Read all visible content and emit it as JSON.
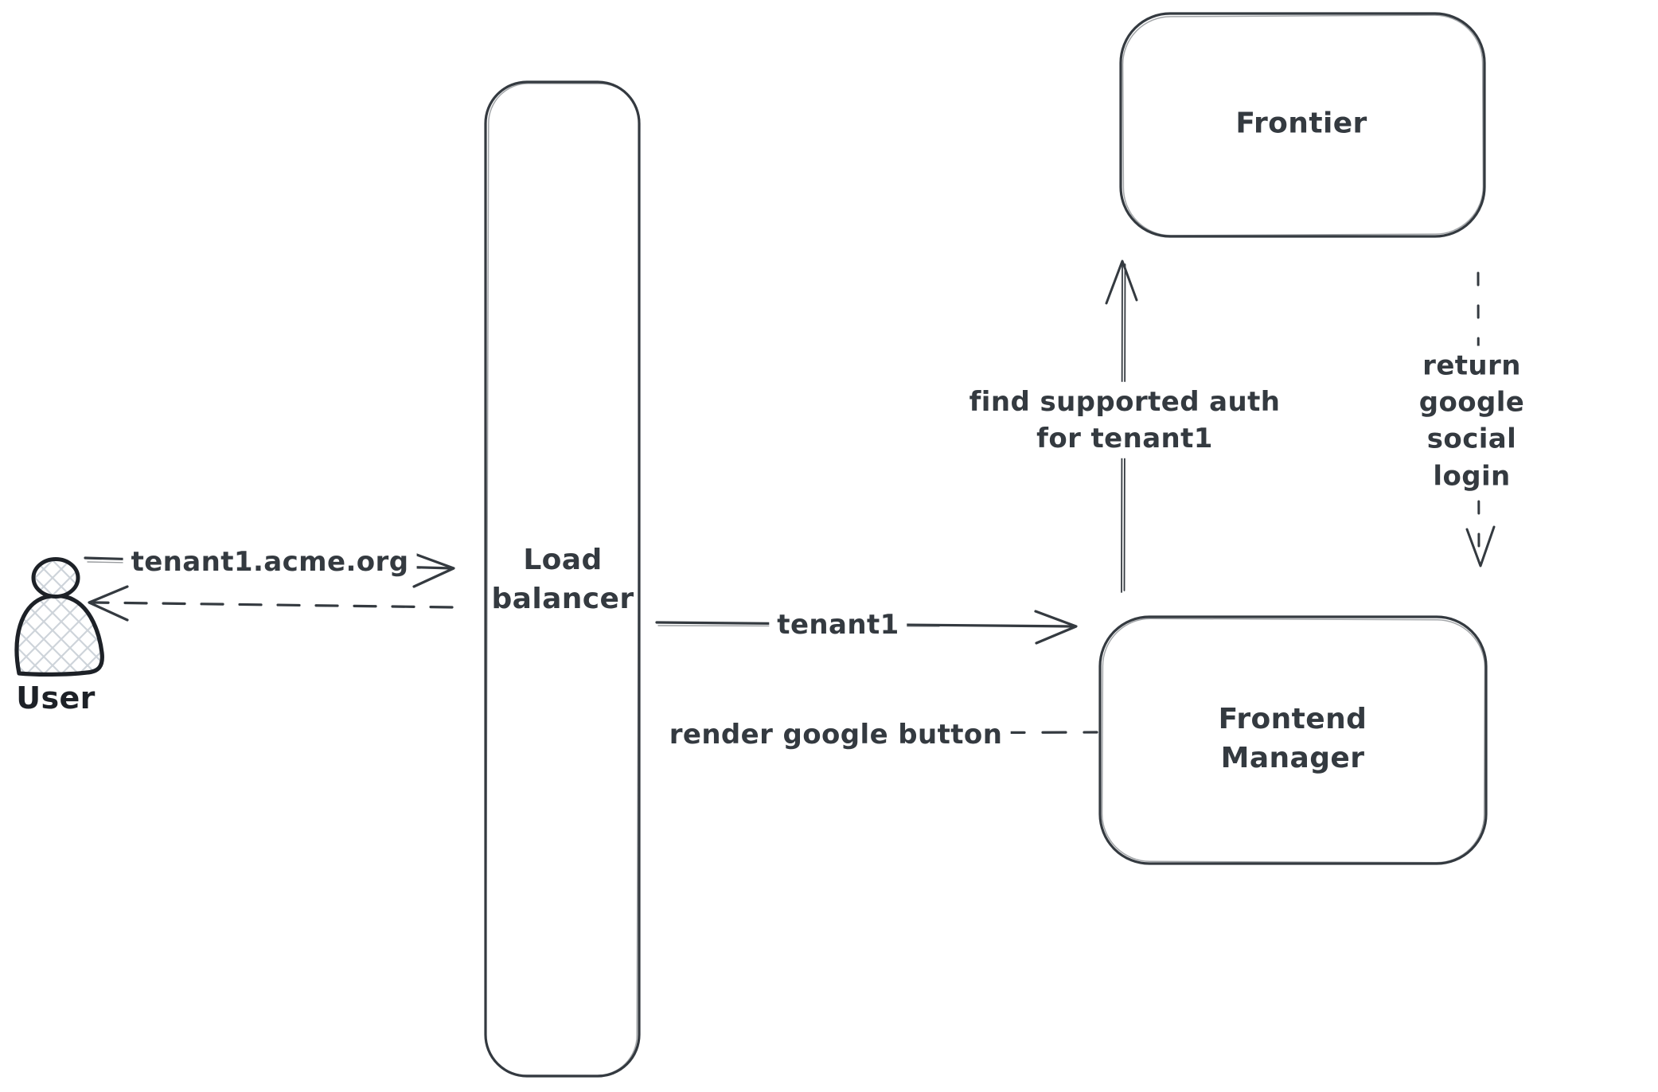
{
  "diagram": {
    "nodes": {
      "user": {
        "label": "User",
        "type": "actor"
      },
      "load_balancer": {
        "label": "Load\nbalancer",
        "type": "box"
      },
      "frontier": {
        "label": "Frontier",
        "type": "box"
      },
      "frontend_manager": {
        "label": "Frontend\nManager",
        "type": "box"
      }
    },
    "messages": {
      "user_to_load_balancer": {
        "label": "tenant1.acme.org",
        "line": "solid",
        "arrow": "right"
      },
      "load_balancer_to_user": {
        "label": "",
        "line": "dashed",
        "arrow": "left"
      },
      "load_balancer_to_frontend_manager": {
        "label": "tenant1",
        "line": "solid",
        "arrow": "right"
      },
      "frontend_manager_to_load_balancer": {
        "label": "render google button",
        "line": "dashed",
        "arrow": "left"
      },
      "frontend_manager_to_frontier": {
        "label": "find supported auth\nfor tenant1",
        "line": "solid",
        "arrow": "up"
      },
      "frontier_to_frontend_manager": {
        "label": "return google social\nlogin",
        "line": "dashed",
        "arrow": "down"
      }
    },
    "colors": {
      "stroke": "#343a40",
      "actor_stroke": "#1d2127",
      "actor_hatch": "#ced4da",
      "background": "#ffffff"
    }
  }
}
